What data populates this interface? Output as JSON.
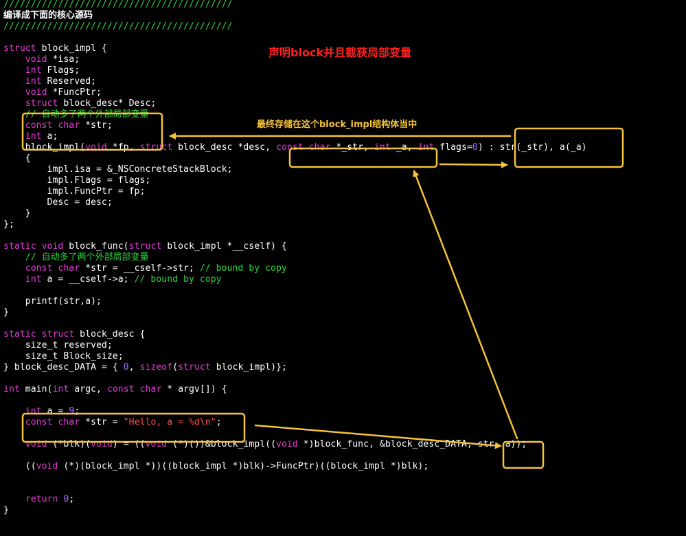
{
  "colors": {
    "background": "#000000",
    "text": "#ffffff",
    "keyword": "#e53ad8",
    "comment": "#2fd53f",
    "string": "#ff4b4b",
    "number": "#a96cff",
    "highlight": "#f5c33b",
    "title_red": "#ff1f1f"
  },
  "annotations": {
    "title": "声明block并且截获局部变量",
    "storage_note": "最终存储在这个block_impl结构体当中"
  },
  "code_lines": [
    [
      [
        "c",
        "//////////////////////////////////////////"
      ]
    ],
    [
      [
        "z",
        "编译成下面的核心源码"
      ]
    ],
    [
      [
        "c",
        "//////////////////////////////////////////"
      ]
    ],
    [],
    [
      [
        "k",
        "struct"
      ],
      [
        "t",
        " block_impl {"
      ]
    ],
    [
      [
        "t",
        "    "
      ],
      [
        "k",
        "void"
      ],
      [
        "t",
        " *isa;"
      ]
    ],
    [
      [
        "t",
        "    "
      ],
      [
        "k",
        "int"
      ],
      [
        "t",
        " Flags;"
      ]
    ],
    [
      [
        "t",
        "    "
      ],
      [
        "k",
        "int"
      ],
      [
        "t",
        " Reserved;"
      ]
    ],
    [
      [
        "t",
        "    "
      ],
      [
        "k",
        "void"
      ],
      [
        "t",
        " *FuncPtr;"
      ]
    ],
    [
      [
        "t",
        "    "
      ],
      [
        "k",
        "struct"
      ],
      [
        "t",
        " block_desc* Desc;"
      ]
    ],
    [
      [
        "t",
        "    "
      ],
      [
        "c",
        "// "
      ],
      [
        "zc",
        "自动多了两个外部局部变量"
      ]
    ],
    [
      [
        "t",
        "    "
      ],
      [
        "k",
        "const char"
      ],
      [
        "t",
        " *str;"
      ]
    ],
    [
      [
        "t",
        "    "
      ],
      [
        "k",
        "int"
      ],
      [
        "t",
        " a;"
      ]
    ],
    [
      [
        "t",
        "    block_impl("
      ],
      [
        "k",
        "void"
      ],
      [
        "t",
        " *fp, "
      ],
      [
        "k",
        "struct"
      ],
      [
        "t",
        " block_desc *desc, "
      ],
      [
        "k",
        "const char"
      ],
      [
        "t",
        " *_str, "
      ],
      [
        "k",
        "int"
      ],
      [
        "t",
        " _a, "
      ],
      [
        "k",
        "int"
      ],
      [
        "t",
        " flags="
      ],
      [
        "n",
        "0"
      ],
      [
        "t",
        ") : str(_str), a(_a)"
      ]
    ],
    [
      [
        "t",
        "    {"
      ]
    ],
    [
      [
        "t",
        "        impl.isa = &_NSConcreteStackBlock;"
      ]
    ],
    [
      [
        "t",
        "        impl.Flags = flags;"
      ]
    ],
    [
      [
        "t",
        "        impl.FuncPtr = fp;"
      ]
    ],
    [
      [
        "t",
        "        Desc = desc;"
      ]
    ],
    [
      [
        "t",
        "    }"
      ]
    ],
    [
      [
        "t",
        "};"
      ]
    ],
    [],
    [
      [
        "k",
        "static void"
      ],
      [
        "t",
        " block_func("
      ],
      [
        "k",
        "struct"
      ],
      [
        "t",
        " block_impl *__cself) {"
      ]
    ],
    [
      [
        "t",
        "    "
      ],
      [
        "c",
        "// "
      ],
      [
        "zc",
        "自动多了两个外部局部变量"
      ]
    ],
    [
      [
        "t",
        "    "
      ],
      [
        "k",
        "const char"
      ],
      [
        "t",
        " *str = __cself->str; "
      ],
      [
        "c",
        "// bound by copy"
      ]
    ],
    [
      [
        "t",
        "    "
      ],
      [
        "k",
        "int"
      ],
      [
        "t",
        " a = __cself->a; "
      ],
      [
        "c",
        "// bound by copy"
      ]
    ],
    [],
    [
      [
        "t",
        "    printf(str,a);"
      ]
    ],
    [
      [
        "t",
        "}"
      ]
    ],
    [],
    [
      [
        "k",
        "static struct"
      ],
      [
        "t",
        " block_desc {"
      ]
    ],
    [
      [
        "t",
        "    size_t reserved;"
      ]
    ],
    [
      [
        "t",
        "    size_t Block_size;"
      ]
    ],
    [
      [
        "t",
        "} block_desc_DATA = { "
      ],
      [
        "n",
        "0"
      ],
      [
        "t",
        ", "
      ],
      [
        "k",
        "sizeof"
      ],
      [
        "t",
        "("
      ],
      [
        "k",
        "struct"
      ],
      [
        "t",
        " block_impl)};"
      ]
    ],
    [],
    [
      [
        "k",
        "int"
      ],
      [
        "t",
        " main("
      ],
      [
        "k",
        "int"
      ],
      [
        "t",
        " argc, "
      ],
      [
        "k",
        "const char"
      ],
      [
        "t",
        " * argv[]) {"
      ]
    ],
    [],
    [
      [
        "t",
        "    "
      ],
      [
        "k",
        "int"
      ],
      [
        "t",
        " a = "
      ],
      [
        "n",
        "9"
      ],
      [
        "t",
        ";"
      ]
    ],
    [
      [
        "t",
        "    "
      ],
      [
        "k",
        "const char"
      ],
      [
        "t",
        " *str = "
      ],
      [
        "s",
        "\"Hello, a = %d\\n\""
      ],
      [
        "t",
        ";"
      ]
    ],
    [],
    [
      [
        "t",
        "    "
      ],
      [
        "k",
        "void"
      ],
      [
        "t",
        " (*blk)("
      ],
      [
        "k",
        "void"
      ],
      [
        "t",
        ") = (("
      ],
      [
        "k",
        "void"
      ],
      [
        "t",
        " (*)())&block_impl(("
      ],
      [
        "k",
        "void"
      ],
      [
        "t",
        " *)block_func, &block_desc_DATA, str, a));"
      ]
    ],
    [],
    [
      [
        "t",
        "    (("
      ],
      [
        "k",
        "void"
      ],
      [
        "t",
        " (*)(block_impl *))((block_impl *)blk)->FuncPtr)((block_impl *)blk);"
      ]
    ],
    [],
    [],
    [
      [
        "t",
        "    "
      ],
      [
        "k",
        "return"
      ],
      [
        "t",
        " "
      ],
      [
        "n",
        "0"
      ],
      [
        "t",
        ";"
      ]
    ],
    [
      [
        "t",
        "}"
      ]
    ]
  ]
}
